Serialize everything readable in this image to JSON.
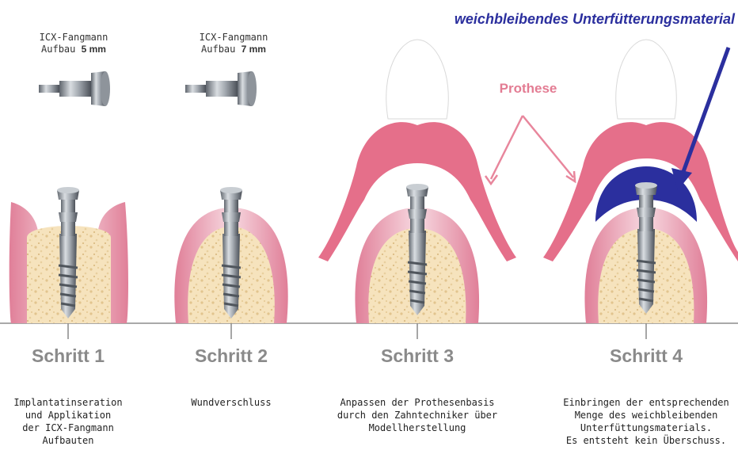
{
  "labels": {
    "material": "weichbleibendes Unterfütterungsmaterial",
    "prothese": "Prothese"
  },
  "parts": [
    {
      "name": "ICX-Fangmann",
      "prefix": "Aufbau",
      "size": "5 mm"
    },
    {
      "name": "ICX-Fangmann",
      "prefix": "Aufbau",
      "size": "7 mm"
    }
  ],
  "steps": [
    {
      "title": "Schritt 1",
      "description": "Implantatinseration\nund Applikation\nder ICX-Fangmann\nAufbauten"
    },
    {
      "title": "Schritt 2",
      "description": "Wundverschluss"
    },
    {
      "title": "Schritt 3",
      "description": "Anpassen der Prothesenbasis\ndurch den Zahntechniker über\nModellherstellung"
    },
    {
      "title": "Schritt 4",
      "description": "Einbringen der entsprechenden\nMenge des weichbleibenden\nUnterfüttungsmaterials.\nEs entsteht kein Überschuss."
    }
  ],
  "colors": {
    "gum": "#e8a3b4",
    "gum_light": "#f6d3dc",
    "bone": "#f4dfb5",
    "prosthesis": "#e56f8a",
    "material": "#2b2f9e",
    "metal": "#9ea3aa",
    "tooth": "#ffffff"
  }
}
